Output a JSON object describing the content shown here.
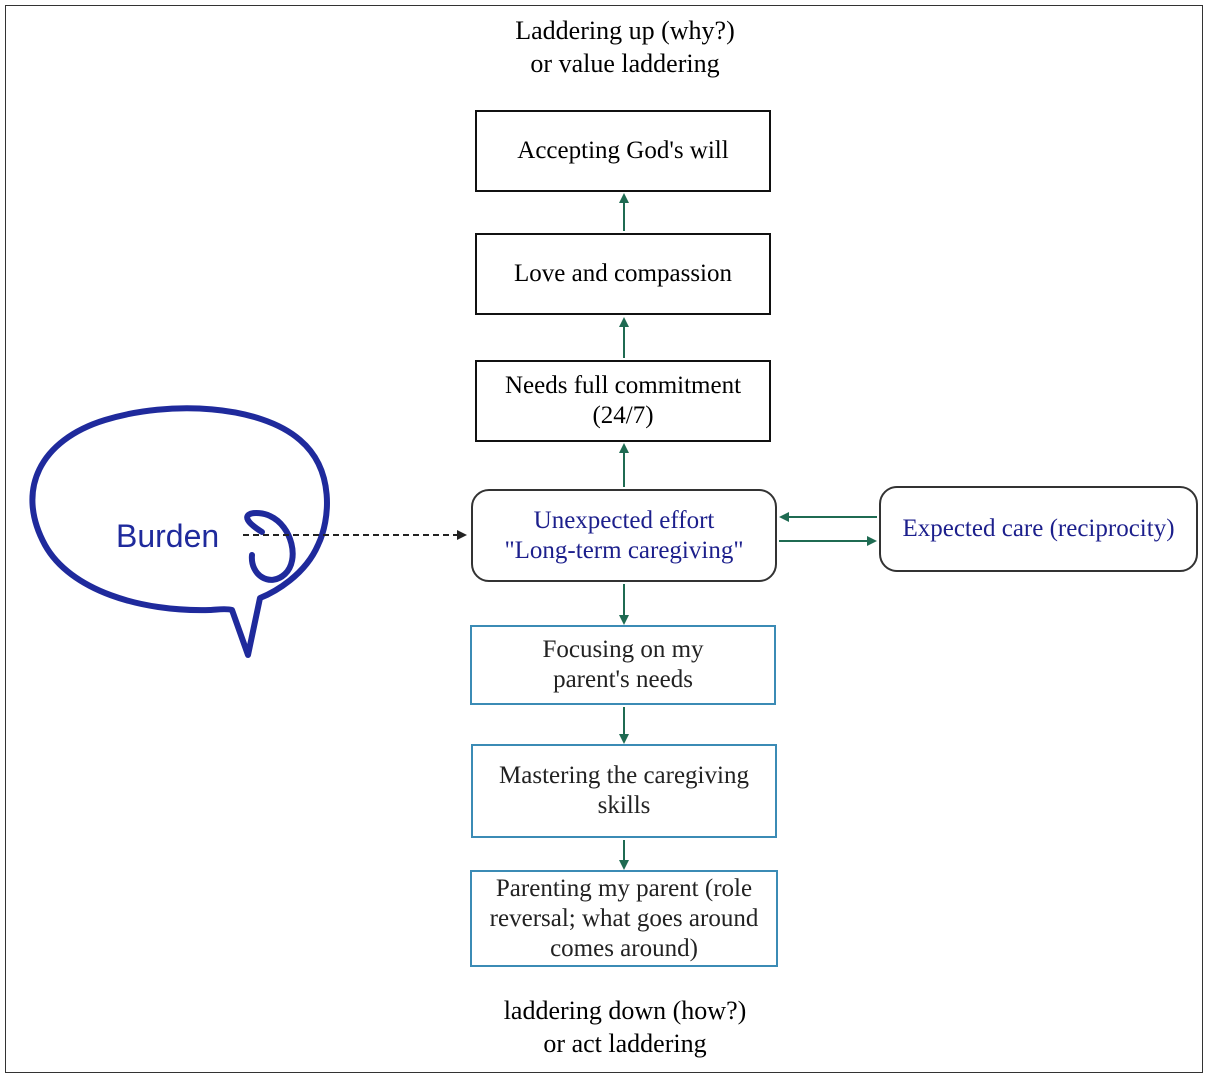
{
  "top_caption": {
    "line1": "Laddering up (why?)",
    "line2": "or value laddering"
  },
  "bottom_caption": {
    "line1": "laddering down (how?)",
    "line2": "or act laddering"
  },
  "nodes": {
    "accepting": {
      "line1": "Accepting God's will"
    },
    "love": {
      "line1": "Love and compassion"
    },
    "commitment": {
      "line1": "Needs full commitment",
      "line2": "(24/7)"
    },
    "unexpected": {
      "line1": "Unexpected effort",
      "line2": "\"Long-term caregiving\""
    },
    "expected": {
      "line1": "Expected care (reciprocity)"
    },
    "focusing": {
      "line1": "Focusing on my",
      "line2": "parent's needs"
    },
    "mastering": {
      "line1": "Mastering the caregiving",
      "line2": "skills"
    },
    "parenting": {
      "line1": "Parenting my parent (role",
      "line2": "reversal; what goes around",
      "line3": "comes around)"
    }
  },
  "bubble": {
    "label": "Burden"
  },
  "colors": {
    "up_arrow": "#1f6b52",
    "blue_text": "#1c1f8c",
    "blue_border": "#3b8bb5",
    "bubble": "#1f2a9c"
  }
}
